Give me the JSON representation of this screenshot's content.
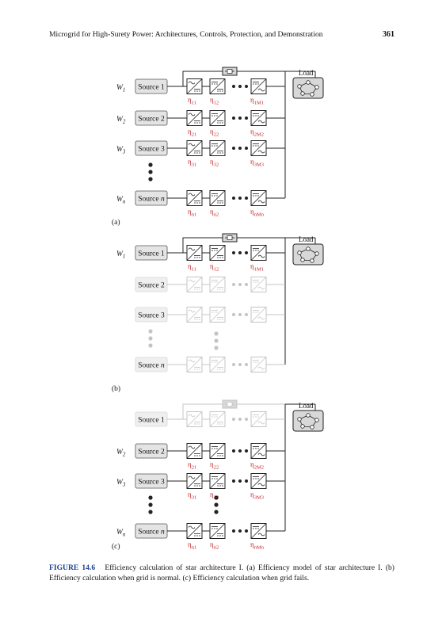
{
  "header": {
    "title": "Microgrid for High-Surety Power: Architectures, Controls, Protection, and Demonstration",
    "page_number": "361"
  },
  "figure": {
    "load_label": "Load",
    "panels": [
      {
        "id": "a",
        "label": "(a)",
        "rows": [
          {
            "source": "Source 1",
            "w": "W",
            "w_sub": "1",
            "etas": [
              [
                "η",
                "11"
              ],
              [
                "η",
                "12"
              ],
              [
                "η",
                "1M1"
              ]
            ],
            "active": true
          },
          {
            "source": "Source 2",
            "w": "W",
            "w_sub": "2",
            "etas": [
              [
                "η",
                "21"
              ],
              [
                "η",
                "22"
              ],
              [
                "η",
                "2M2"
              ]
            ],
            "active": true
          },
          {
            "source": "Source 3",
            "w": "W",
            "w_sub": "3",
            "etas": [
              [
                "η",
                "31"
              ],
              [
                "η",
                "32"
              ],
              [
                "η",
                "3M3"
              ]
            ],
            "active": true
          },
          {
            "source": "Source n",
            "w": "W",
            "w_sub": "n",
            "etas": [
              [
                "η",
                "n1"
              ],
              [
                "η",
                "n2"
              ],
              [
                "η",
                "nMn"
              ]
            ],
            "active": true
          }
        ],
        "grid_active": true
      },
      {
        "id": "b",
        "label": "(b)",
        "rows": [
          {
            "source": "Source 1",
            "w": "W",
            "w_sub": "1",
            "etas": [
              [
                "η",
                "11"
              ],
              [
                "η",
                "12"
              ],
              [
                "η",
                "1M1"
              ]
            ],
            "active": true
          },
          {
            "source": "Source 2",
            "w": "",
            "w_sub": "",
            "etas": [],
            "active": false
          },
          {
            "source": "Source 3",
            "w": "",
            "w_sub": "",
            "etas": [],
            "active": false
          },
          {
            "source": "Source n",
            "w": "",
            "w_sub": "",
            "etas": [],
            "active": false
          }
        ],
        "grid_active": true
      },
      {
        "id": "c",
        "label": "(c)",
        "rows": [
          {
            "source": "Source 1",
            "w": "",
            "w_sub": "",
            "etas": [],
            "active": false
          },
          {
            "source": "Source 2",
            "w": "W",
            "w_sub": "2",
            "etas": [
              [
                "η",
                "21"
              ],
              [
                "η",
                "22"
              ],
              [
                "η",
                "2M2"
              ]
            ],
            "active": true
          },
          {
            "source": "Source 3",
            "w": "W",
            "w_sub": "3",
            "etas": [
              [
                "η",
                "31"
              ],
              [
                "η",
                "32"
              ],
              [
                "η",
                "3M3"
              ]
            ],
            "active": true
          },
          {
            "source": "Source n",
            "w": "W",
            "w_sub": "n",
            "etas": [
              [
                "η",
                "n1"
              ],
              [
                "η",
                "n2"
              ],
              [
                "η",
                "nMn"
              ]
            ],
            "active": true
          }
        ],
        "grid_active": false
      }
    ]
  },
  "caption": {
    "label": "FIGURE 14.6",
    "text": "Efficiency calculation of star architecture I. (a) Efficiency model of star architecture I. (b) Efficiency calculation when grid is normal. (c) Efficiency calculation when grid fails."
  }
}
